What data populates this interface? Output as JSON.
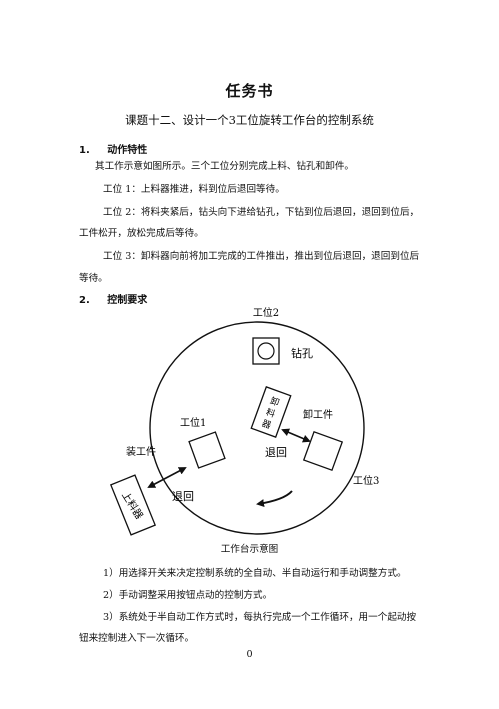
{
  "title": "任务书",
  "subtitle": "课题十二、设计一个3工位旋转工作台的控制系统",
  "section1": {
    "number": "1.",
    "heading": "动作特性",
    "intro": "其工作示意如图所示。三个工位分别完成上料、钻孔和卸件。",
    "station1": "工位 1：上料器推进，料到位后退回等待。",
    "station2_line1": "工位 2：将料夹紧后，钻头向下进给钻孔，下钻到位后退回，退回到位后，",
    "station2_line2": "工件松开，放松完成后等待。",
    "station3_line1": "工位 3：卸料器向前将加工完成的工件推出，推出到位后退回，退回到位后",
    "station3_line2": "等待。"
  },
  "section2": {
    "number": "2.",
    "heading": "控制要求"
  },
  "diagram": {
    "label_station2": "工位2",
    "label_drill": "钻孔",
    "label_unloader": "卸\n料\n器",
    "label_unload": "卸工件",
    "label_station1": "工位1",
    "label_load": "装工件",
    "label_retract1": "退回",
    "label_retract2": "退回",
    "label_station3": "工位3",
    "label_loader": "上料器",
    "caption": "工作台示意图"
  },
  "requirements": {
    "r1": "1）用选择开关来决定控制系统的全自动、半自动运行和手动调整方式。",
    "r2": "2）手动调整采用按钮点动的控制方式。",
    "r3_line1": "3）系统处于半自动工作方式时，每执行完成一个工作循环，用一个起动按",
    "r3_line2": "钮来控制进入下一次循环。"
  },
  "page_number": "0"
}
